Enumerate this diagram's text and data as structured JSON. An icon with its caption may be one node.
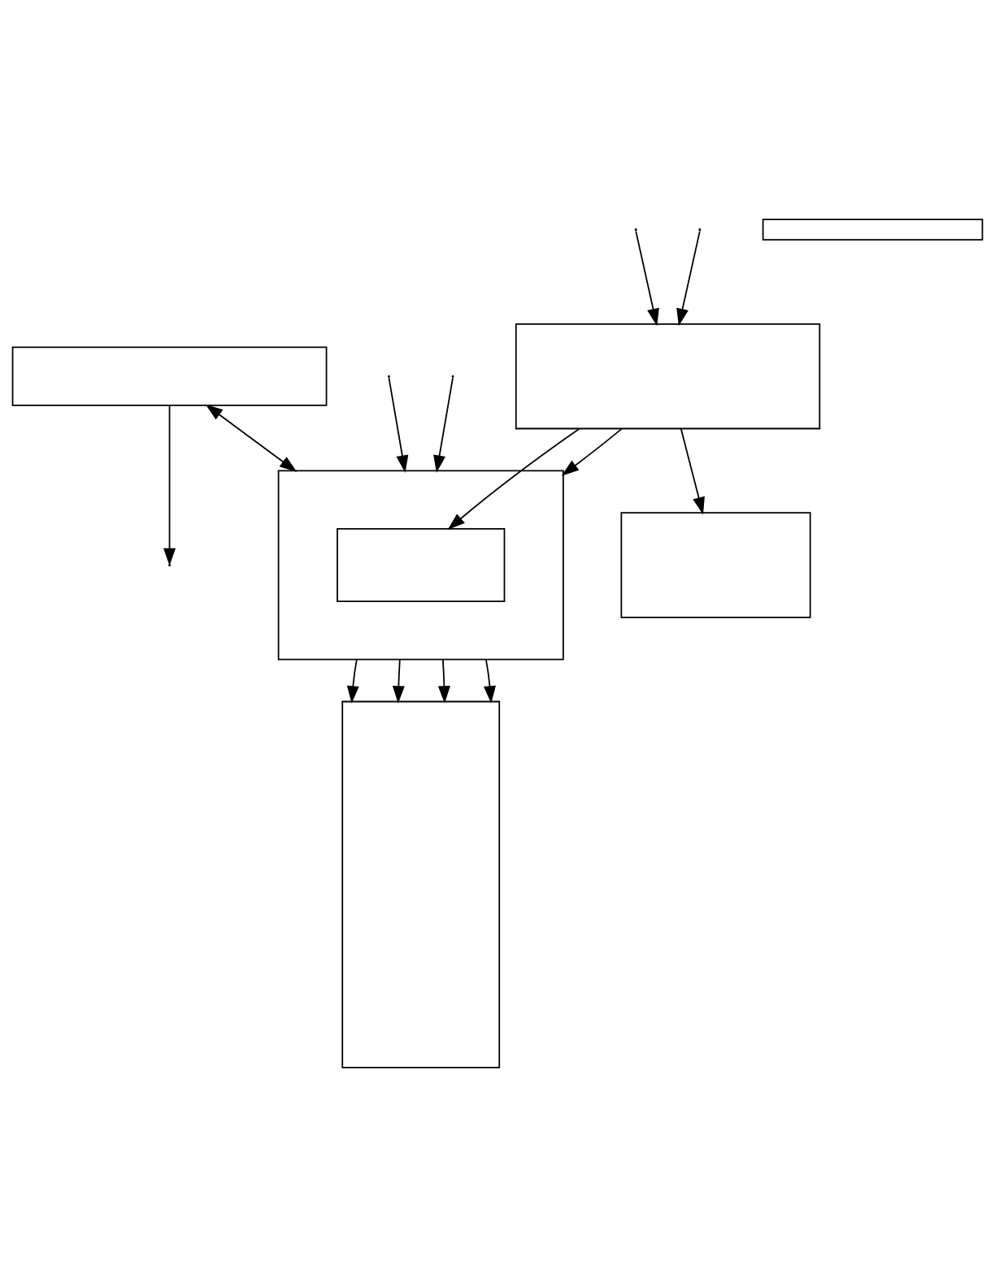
{
  "diagram": {
    "nodes": [
      {
        "text": [],
        "shape": "box"
      },
      {
        "text": [],
        "shape": "box"
      },
      {
        "text": [],
        "shape": "box",
        "in": 1
      },
      {
        "text": [],
        "shape": "box"
      },
      {
        "text": [],
        "shape": "box"
      },
      {
        "text": [],
        "shape": "box"
      },
      {
        "text": [],
        "shape": "box"
      }
    ],
    "edges": [
      {
        "from": 0,
        "to": null,
        "arrow": "to"
      },
      {
        "from": 0,
        "to": 1,
        "arrow": "both"
      },
      {
        "from": null,
        "to": 1,
        "arrow": "to"
      },
      {
        "from": null,
        "to": 1,
        "arrow": "to"
      },
      {
        "from": 1,
        "to": 3,
        "arrow": "to"
      },
      {
        "from": 1,
        "to": 3,
        "arrow": "to"
      },
      {
        "from": 1,
        "to": 3,
        "arrow": "to"
      },
      {
        "from": 1,
        "to": 3,
        "arrow": "to"
      },
      {
        "from": 4,
        "to": 2,
        "arrow": "to"
      },
      {
        "from": 4,
        "to": 1,
        "arrow": "to"
      },
      {
        "from": null,
        "to": 4,
        "arrow": "to"
      },
      {
        "from": null,
        "to": 4,
        "arrow": "to"
      },
      {
        "from": 4,
        "to": 5,
        "arrow": "to"
      }
    ]
  }
}
